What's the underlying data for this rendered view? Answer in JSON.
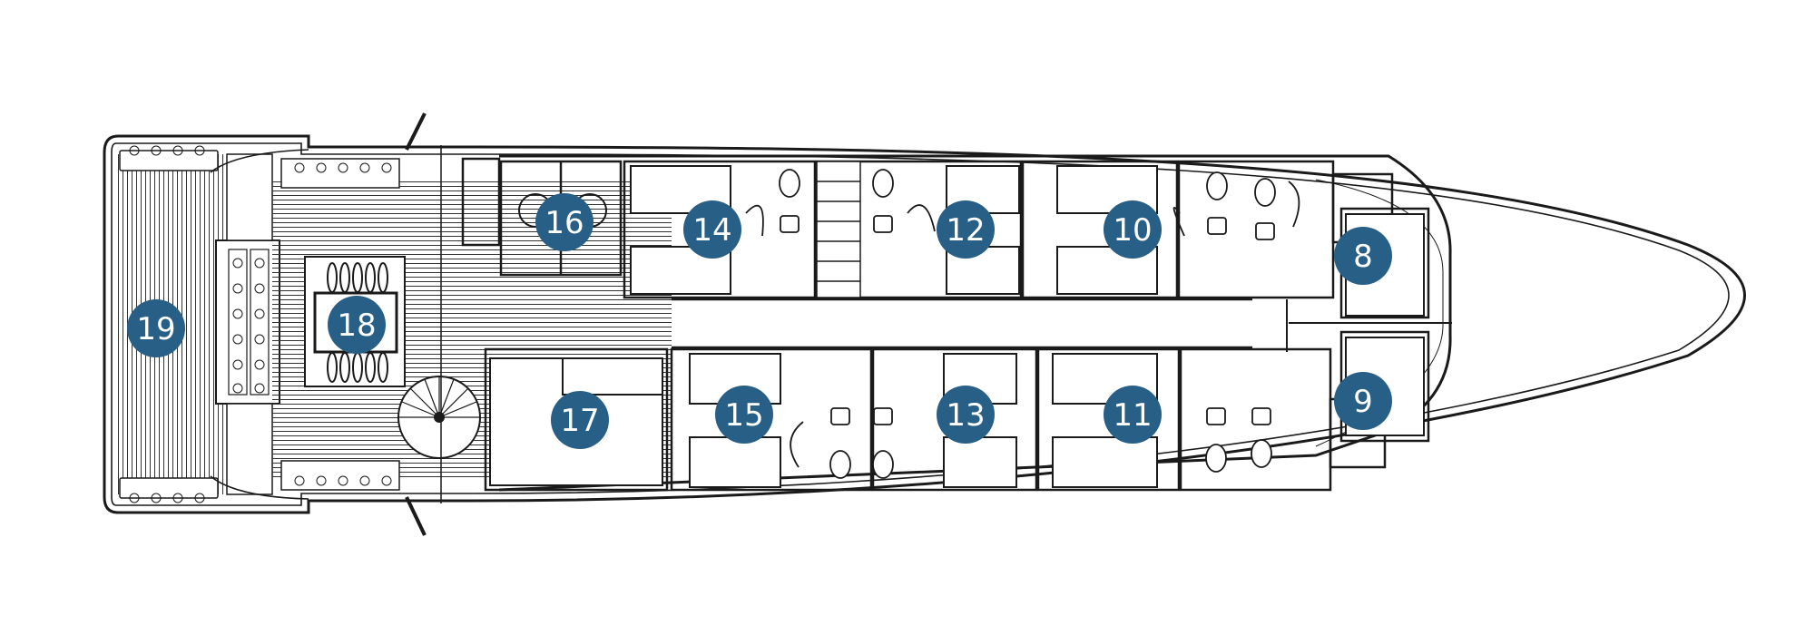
{
  "colors": {
    "badge": "#285f86",
    "line": "#1a1a1a",
    "background": "#ffffff"
  },
  "cabins": [
    {
      "key": "c8",
      "label": "8"
    },
    {
      "key": "c9",
      "label": "9"
    },
    {
      "key": "c10",
      "label": "10"
    },
    {
      "key": "c11",
      "label": "11"
    },
    {
      "key": "c12",
      "label": "12"
    },
    {
      "key": "c13",
      "label": "13"
    },
    {
      "key": "c14",
      "label": "14"
    },
    {
      "key": "c15",
      "label": "15"
    },
    {
      "key": "c16",
      "label": "16"
    },
    {
      "key": "c17",
      "label": "17"
    },
    {
      "key": "c18",
      "label": "18"
    },
    {
      "key": "c19",
      "label": "19"
    }
  ]
}
